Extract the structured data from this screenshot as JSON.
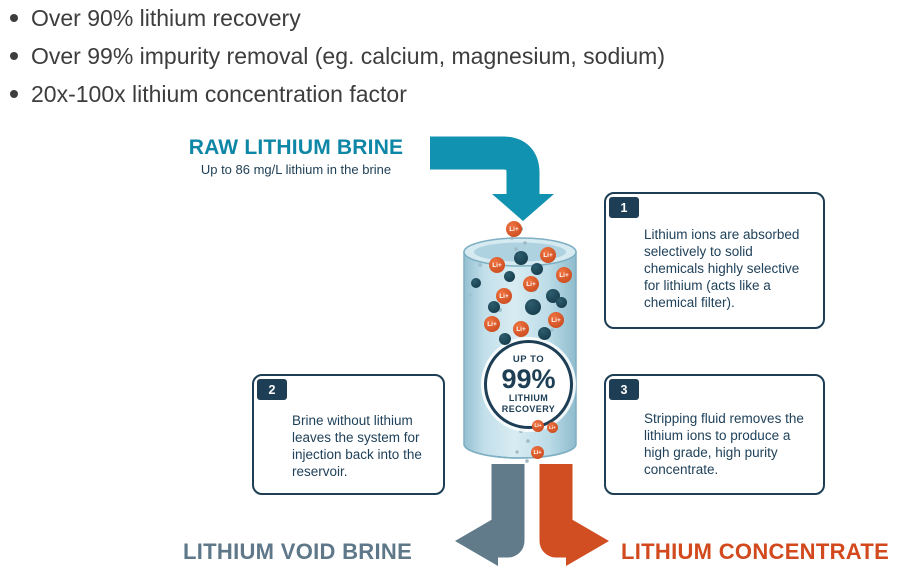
{
  "bullets": [
    "Over 90% lithium recovery",
    "Over 99% impurity removal (eg. calcium, magnesium, sodium)",
    "20x-100x lithium concentration factor"
  ],
  "diagram": {
    "raw_brine_title": "RAW LITHIUM BRINE",
    "raw_brine_subtitle": "Up to 86 mg/L lithium in the brine",
    "badge": {
      "top": "UP TO",
      "value": "99%",
      "line1": "LITHIUM",
      "line2": "RECOVERY"
    },
    "ion_label": "Li+",
    "callouts": [
      {
        "number": "1",
        "text": "Lithium ions are absorbed selectively to solid chemicals highly selective for lithium (acts like a chemical filter)."
      },
      {
        "number": "2",
        "text": "Brine without lithium leaves the system for injection back into the reservoir."
      },
      {
        "number": "3",
        "text": "Stripping fluid removes the lithium ions to produce a high grade, high purity concentrate."
      }
    ],
    "void_brine_label": "LITHIUM VOID BRINE",
    "concentrate_label": "LITHIUM CONCENTRATE",
    "colors": {
      "teal": "#1192b0",
      "navy": "#1d3e54",
      "orange": "#d14d22",
      "slate": "#617b8b",
      "cylinder": "#c4e0ea"
    }
  }
}
